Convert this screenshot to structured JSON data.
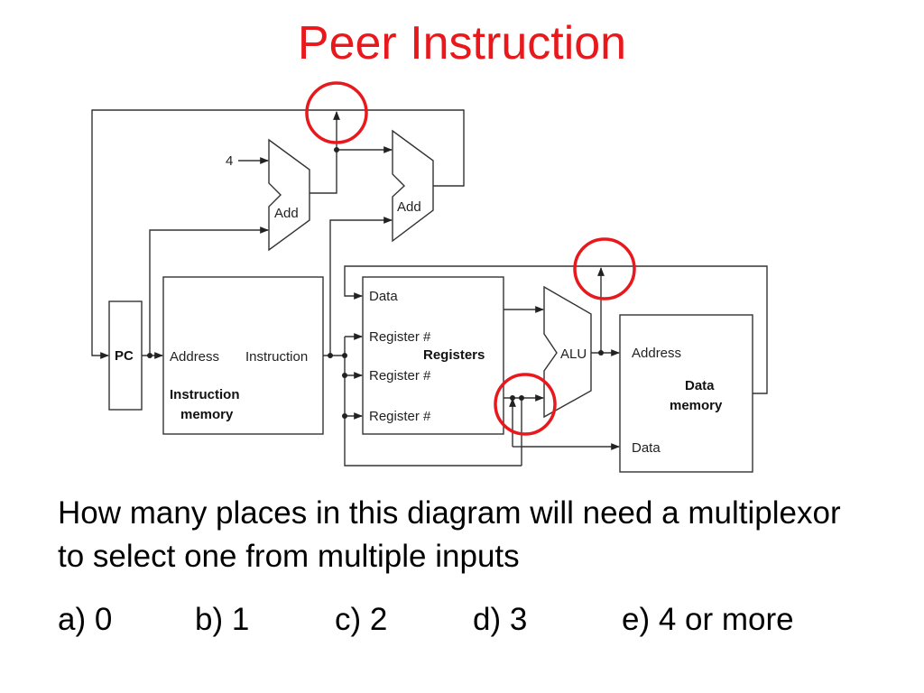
{
  "slide": {
    "title": "Peer Instruction",
    "question": "How many places in this diagram will need a multiplexor to select one from multiple inputs",
    "choices": [
      "a) 0",
      "b) 1",
      "c) 2",
      "d) 3",
      "e) 4 or more"
    ]
  },
  "diagram": {
    "pc_label": "PC",
    "constant_four": "4",
    "adder_label": "Add",
    "instruction_memory": {
      "address_label": "Address",
      "instruction_label": "Instruction",
      "name_line1": "Instruction",
      "name_line2": "memory"
    },
    "registers": {
      "data_label": "Data",
      "register_num_label": "Register #",
      "name": "Registers"
    },
    "alu_label": "ALU",
    "data_memory": {
      "address_label": "Address",
      "data_label": "Data",
      "name_line1": "Data",
      "name_line2": "memory"
    },
    "highlight_color": "#e8191c"
  }
}
